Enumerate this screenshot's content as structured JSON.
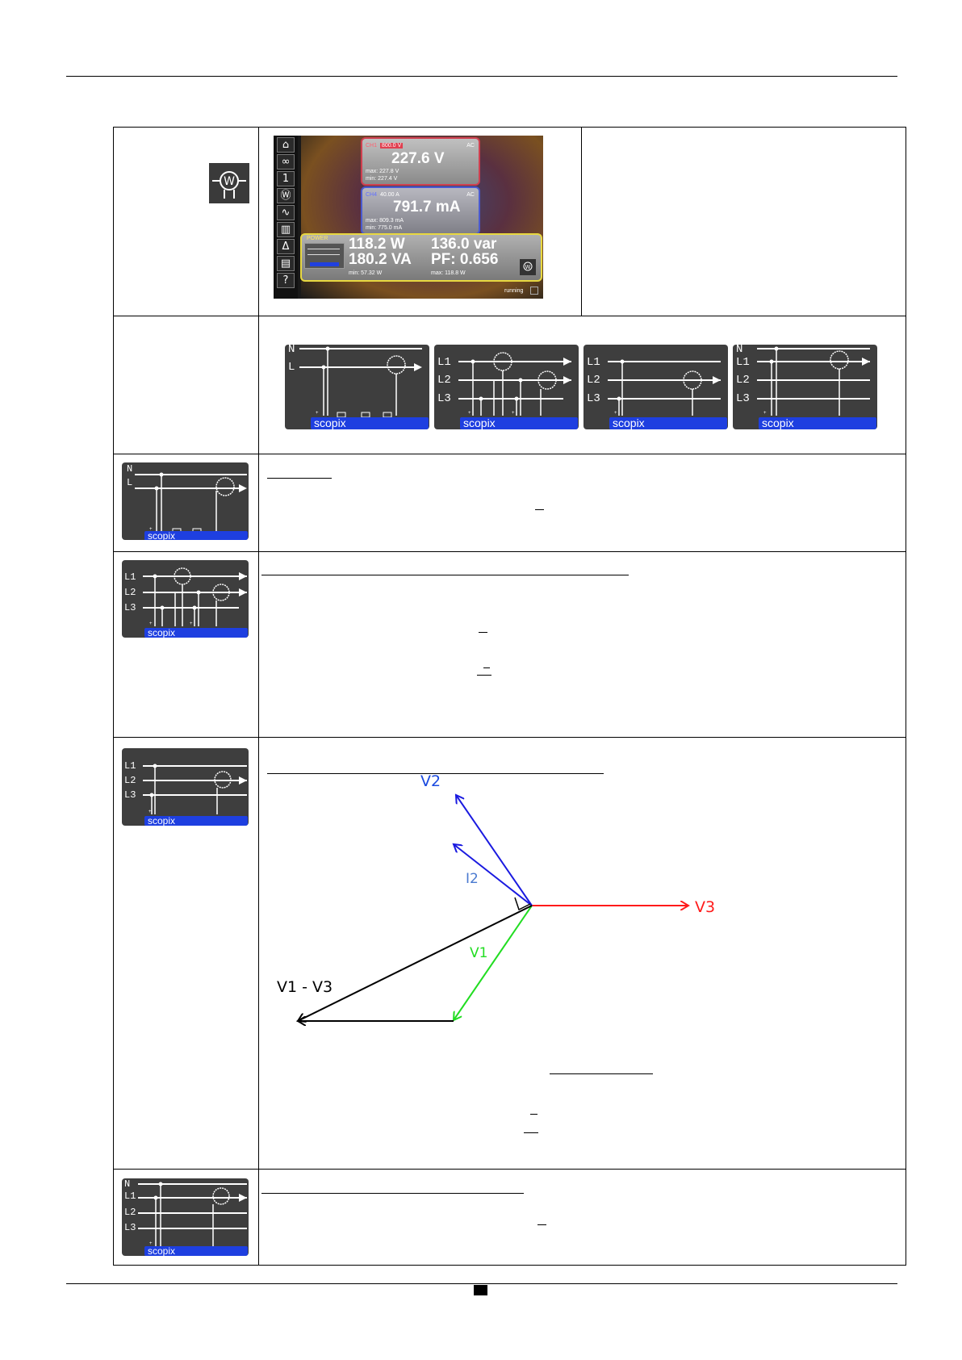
{
  "device_screen": {
    "sidebar_icons": [
      "home-icon",
      "recorder-icon",
      "1",
      "power-icon",
      "waveform-icon",
      "harmonics-icon",
      "Δ",
      "file-icon",
      "?"
    ],
    "channel1": {
      "label": "CH1",
      "range": "800.0 V",
      "coupling": "AC",
      "value": "227.6 V",
      "max": "max: 227.8 V",
      "min": "min: 227.4 V"
    },
    "channel4": {
      "label": "CH4",
      "range": "40.00 A",
      "coupling": "AC",
      "value": "791.7 mA",
      "max": "max: 809.3 mA",
      "min": "min: 775.0 mA"
    },
    "power": {
      "label": "POWER",
      "active": "118.2 W",
      "apparent": "180.2 VA",
      "reactive": "136.0 var",
      "pf": "PF: 0.656",
      "min": "min: 57.32 W",
      "max": "max: 118.8 W"
    },
    "status": "running"
  },
  "wiring_labels": {
    "n": "N",
    "l": "L",
    "l1": "L1",
    "l2": "L2",
    "l3": "L3",
    "brand": "scopix"
  },
  "vector_diagram": {
    "v1": "V1",
    "v2": "V2",
    "v3": "V3",
    "i2": "I2",
    "v1_minus_v3": "V1 - V3",
    "colors": {
      "v1": "#22dd22",
      "v2": "#1a1ae0",
      "v3": "#ff1a1a",
      "i2": "#1a1ae0",
      "diff": "#000000",
      "text_blue": "#4a7ad0"
    }
  },
  "colors": {
    "scopix_blue": "#1e3fe0",
    "panel_dark": "#3e3e3e"
  }
}
